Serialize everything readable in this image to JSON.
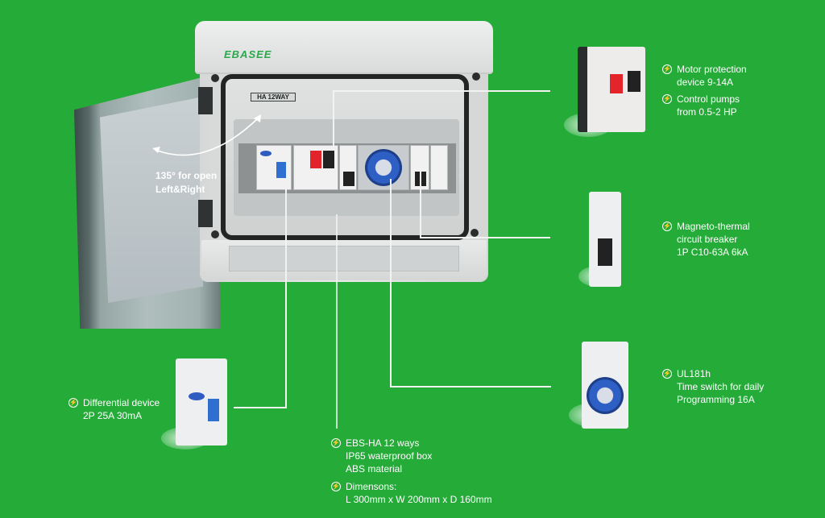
{
  "brand": {
    "logo": "EBASEE",
    "accent_color": "#2aa84a",
    "background_color": "#24ab38"
  },
  "enclosure": {
    "label_plate": "HA 12WAY",
    "door_caption": [
      "135° for open",
      "Left&Right"
    ]
  },
  "annotations": {
    "motor_protection": {
      "items": [
        {
          "icon": "lightning-circle-icon",
          "lines": [
            "Motor protection",
            "device 9-14A"
          ]
        },
        {
          "icon": "lightning-circle-icon",
          "lines": [
            "Control pumps",
            "from 0.5-2 HP"
          ]
        }
      ]
    },
    "circuit_breaker": {
      "items": [
        {
          "icon": "lightning-circle-icon",
          "lines": [
            "Magneto-thermal",
            "circuit breaker",
            "1P C10-63A 6kA"
          ]
        }
      ]
    },
    "time_switch": {
      "items": [
        {
          "icon": "lightning-circle-icon",
          "lines": [
            "UL181h",
            "Time switch for daily",
            "Programming 16A"
          ]
        }
      ]
    },
    "differential": {
      "items": [
        {
          "icon": "lightning-circle-icon",
          "lines": [
            "Differential device",
            "2P 25A 30mA"
          ]
        }
      ]
    },
    "enclosure_specs": {
      "items": [
        {
          "icon": "lightning-circle-icon",
          "lines": [
            "EBS-HA 12 ways",
            "IP65 waterproof box",
            "ABS material"
          ]
        },
        {
          "icon": "lightning-circle-icon",
          "lines": [
            "Dimensons:",
            "L 300mm x W 200mm x D 160mm"
          ]
        }
      ]
    }
  },
  "icons": {
    "bolt_glyph": "⚡"
  }
}
